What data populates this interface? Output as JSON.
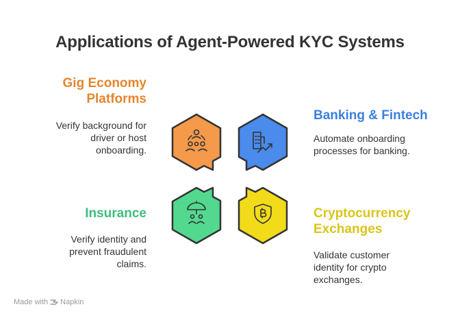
{
  "title": "Applications of Agent-Powered KYC Systems",
  "items": [
    {
      "heading": "Gig Economy Platforms",
      "heading_lines": [
        "Gig Economy",
        "Platforms"
      ],
      "description_lines": [
        "Verify background for",
        "driver or host",
        "onboarding."
      ],
      "color": "#E5852F",
      "fill": "#F59A4B",
      "icon": "people-gear-icon"
    },
    {
      "heading": "Banking & Fintech",
      "heading_lines": [
        "Banking & Fintech"
      ],
      "description_lines": [
        "Automate onboarding",
        "processes for banking."
      ],
      "color": "#3B7FE0",
      "fill": "#4A8BEB",
      "icon": "bank-growth-icon"
    },
    {
      "heading": "Insurance",
      "heading_lines": [
        "Insurance"
      ],
      "description_lines": [
        "Verify identity and",
        "prevent fraudulent",
        "claims."
      ],
      "color": "#3DBF7C",
      "fill": "#52D98F",
      "icon": "umbrella-people-icon"
    },
    {
      "heading": "Cryptocurrency Exchanges",
      "heading_lines": [
        "Cryptocurrency",
        "Exchanges"
      ],
      "description_lines": [
        "Validate customer",
        "identity for crypto",
        "exchanges."
      ],
      "color": "#D9C51A",
      "fill": "#F2DB1A",
      "icon": "bitcoin-shield-icon"
    }
  ],
  "footer": {
    "made_with": "Made with",
    "brand": "Napkin"
  }
}
